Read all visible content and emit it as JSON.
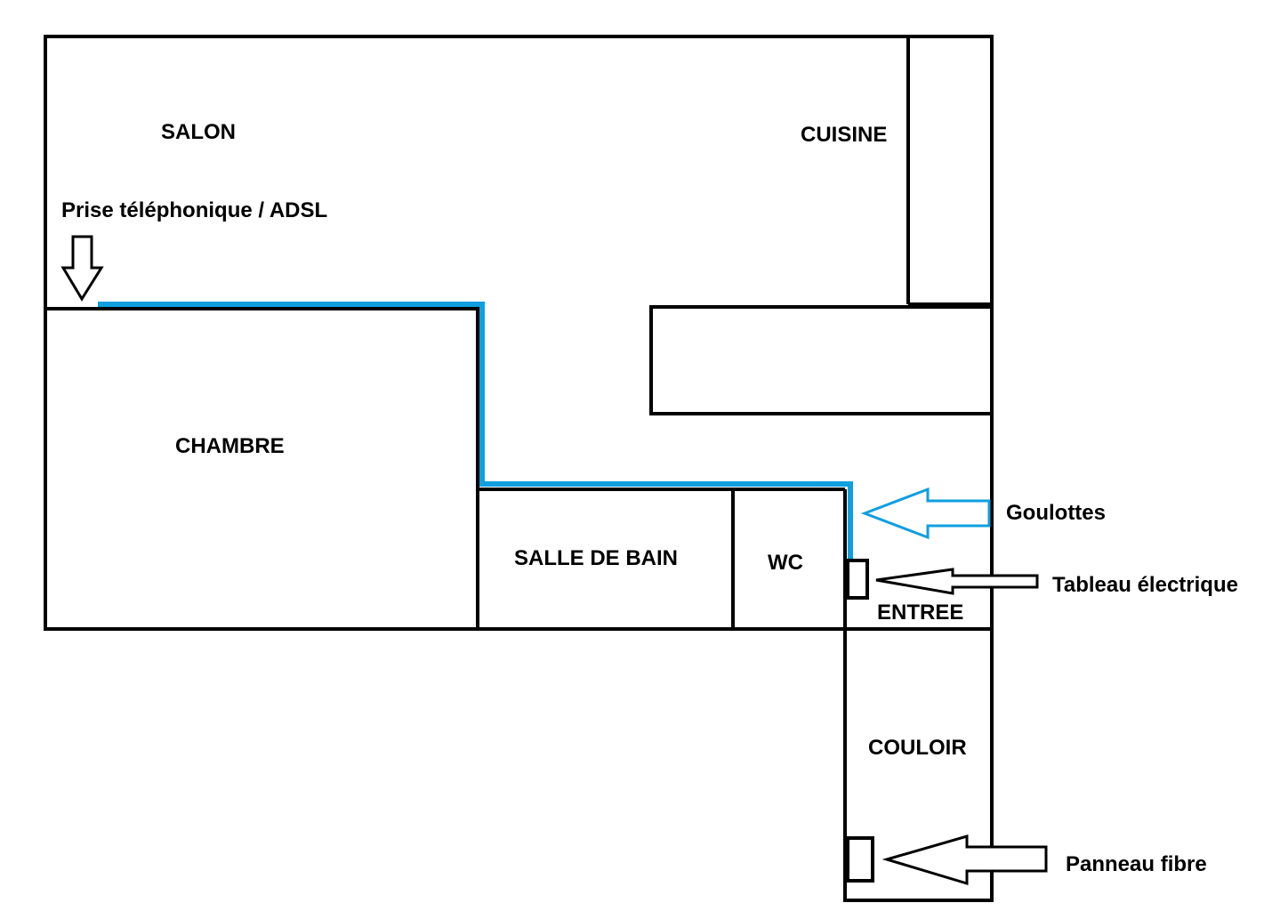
{
  "colors": {
    "wall": "#000000",
    "duct": "#0e9fe0",
    "duct_label": "#0e9fe0",
    "text": "#000000",
    "background": "#ffffff"
  },
  "rooms": {
    "salon": "SALON",
    "cuisine": "CUISINE",
    "chambre": "CHAMBRE",
    "salle_de_bain": "SALLE DE BAIN",
    "wc": "WC",
    "entree": "ENTREE",
    "couloir": "COULOIR"
  },
  "callouts": {
    "prise": "Prise téléphonique / ADSL",
    "goulottes": "Goulottes",
    "tableau": "Tableau électrique",
    "panneau": "Panneau fibre"
  },
  "icons": {
    "down_arrow": "down-arrow-icon",
    "left_arrow": "left-arrow-icon"
  }
}
